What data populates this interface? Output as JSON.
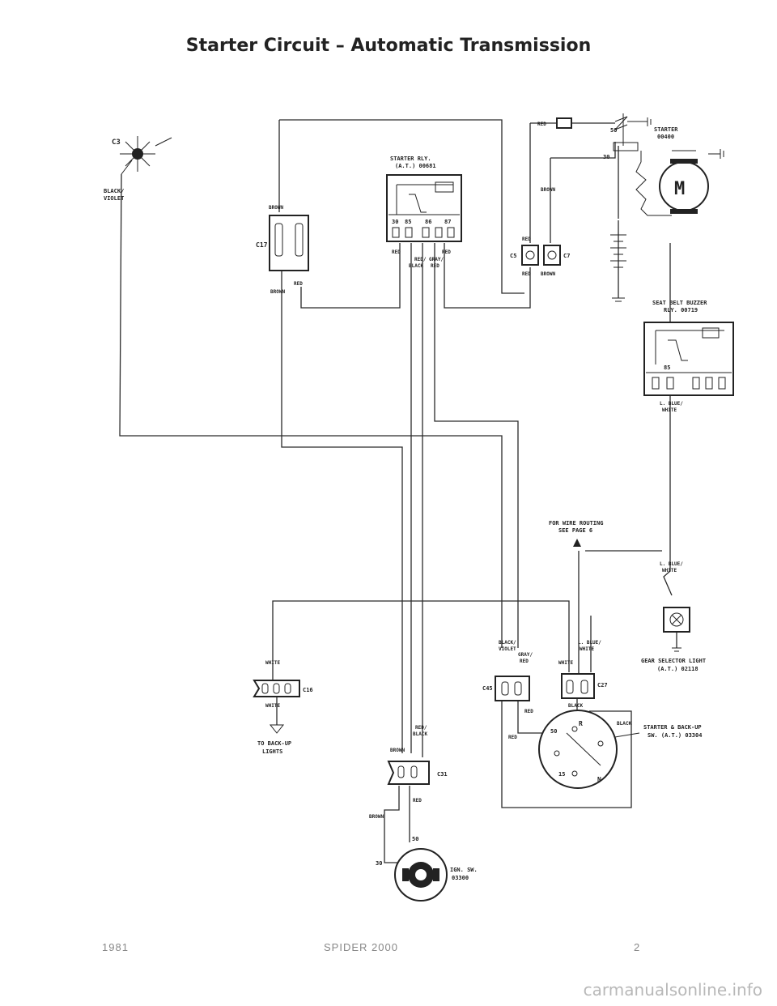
{
  "title": "Starter Circuit – Automatic Transmission",
  "footer": {
    "year": "1981",
    "model": "SPIDER 2000",
    "page": "2"
  },
  "watermark": "carmanualsonline.info",
  "components": {
    "c3": "C3",
    "starter_relay": [
      "STARTER RLY.",
      "(A.T.) 00681"
    ],
    "starter": [
      "STARTER",
      "00400"
    ],
    "seat_belt_relay": [
      "SEAT BELT BUZZER",
      "RLY. 00719"
    ],
    "gear_light": [
      "GEAR SELECTOR LIGHT",
      "(A.T.) 02118"
    ],
    "backup_switch": [
      "STARTER & BACK-UP",
      "SW. (A.T.) 03304"
    ],
    "ign_switch": [
      "IGN. SW.",
      "03300"
    ],
    "backup_lights": [
      "TO BACK-UP",
      "LIGHTS"
    ],
    "routing": [
      "FOR WIRE ROUTING",
      "SEE PAGE 6"
    ]
  },
  "connectors": {
    "c17": "C17",
    "c5": "C5",
    "c7": "C7",
    "c16": "C16",
    "c45": "C45",
    "c27": "C27",
    "c31": "C31"
  },
  "wires": {
    "red": "RED",
    "brown": "BROWN",
    "white": "WHITE",
    "black": "BLACK",
    "black_violet": [
      "BLACK/",
      "VIOLET"
    ],
    "red_black": [
      "RED/",
      "BLACK"
    ],
    "gray_red": [
      "GRAY/",
      "RED"
    ],
    "lblue_white": [
      "L. BLUE/",
      "WHITE"
    ]
  },
  "terminals": {
    "t30": "30",
    "t85": "85",
    "t86": "86",
    "t87": "87",
    "t50": "50",
    "t15": "15",
    "r": "R",
    "n": "N",
    "m": "M"
  }
}
